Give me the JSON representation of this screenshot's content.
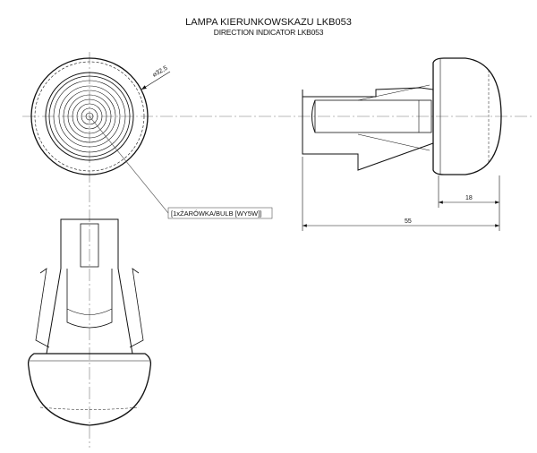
{
  "title": "LAMPA KIERUNKOWSKAZU LKB053",
  "subtitle": "DIRECTION INDICATOR LKB053",
  "annotations": {
    "diameter": "⌀32,5",
    "bulb_label": "[1xŻARÓWKA/BULB [WY5W]]",
    "dim_dome": "18",
    "dim_total": "55"
  }
}
